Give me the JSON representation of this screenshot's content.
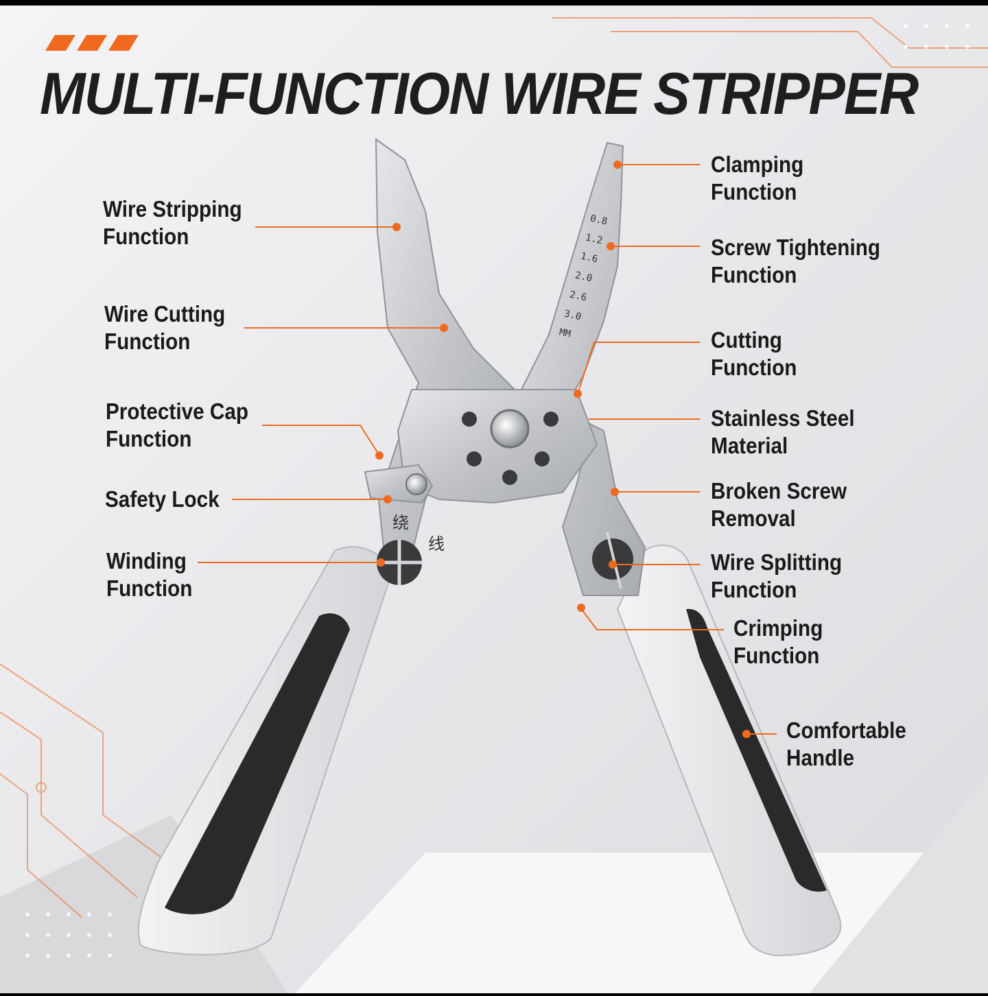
{
  "headline": "MULTI-FUNCTION WIRE STRIPPER",
  "callouts": {
    "wire_stripping": [
      "Wire Stripping",
      "Function"
    ],
    "wire_cutting": [
      "Wire Cutting",
      "Function"
    ],
    "protective_cap": [
      "Protective Cap",
      "Function"
    ],
    "safety_lock": [
      "Safety Lock"
    ],
    "winding": [
      "Winding",
      "Function"
    ],
    "clamping": [
      "Clamping",
      "Function"
    ],
    "screw_tightening": [
      "Screw Tightening",
      "Function"
    ],
    "cutting": [
      "Cutting",
      "Function"
    ],
    "stainless_steel": [
      "Stainless Steel",
      "Material"
    ],
    "broken_screw": [
      "Broken Screw",
      "Removal"
    ],
    "wire_splitting": [
      "Wire Splitting",
      "Function"
    ],
    "crimping": [
      "Crimping",
      "Function"
    ],
    "handle": [
      "Comfortable",
      "Handle"
    ]
  },
  "gauge_marks": [
    "0.8",
    "1.2",
    "1.6",
    "2.0",
    "2.6",
    "3.0",
    "MM"
  ],
  "winding_characters": [
    "绕",
    "线"
  ],
  "colors": {
    "accent": "#ef6a1f",
    "steel": "#c9cbcf",
    "grip": "#2a2a2a",
    "handle": "#e8e8ea"
  }
}
